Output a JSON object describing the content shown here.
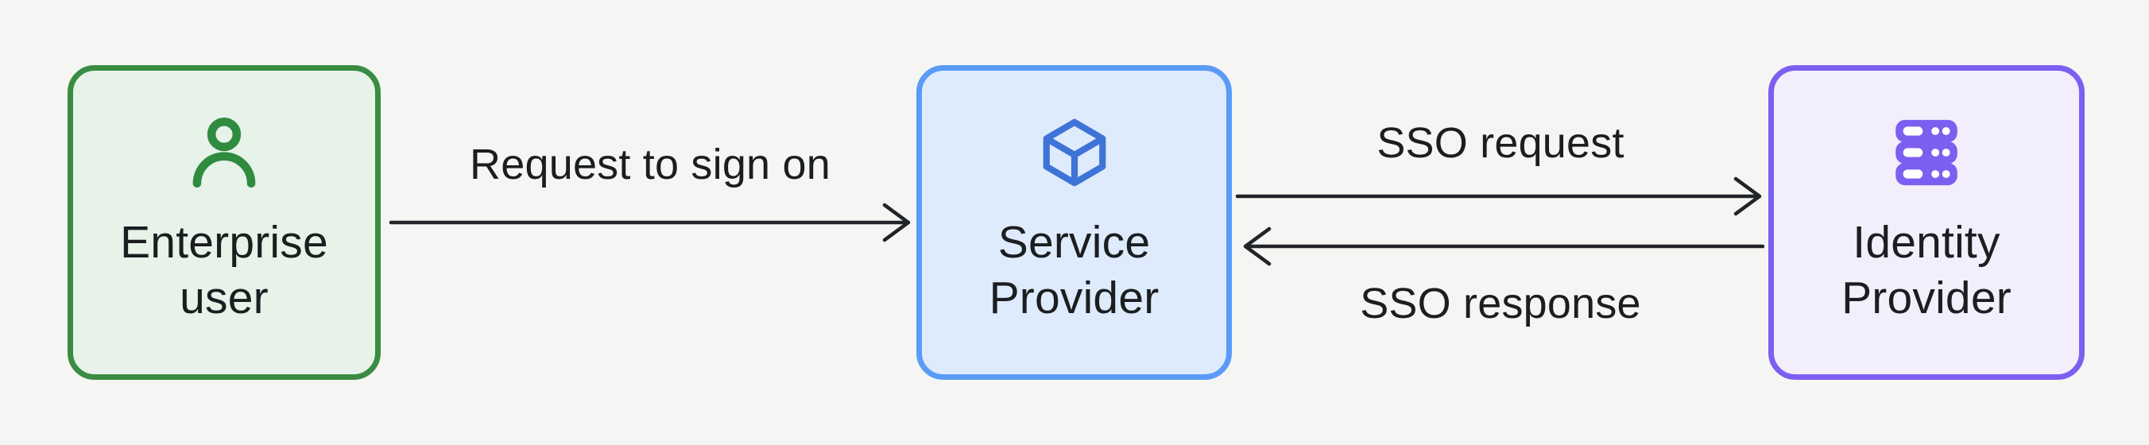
{
  "diagram": {
    "background": "#f5f6f3",
    "arrow_color": "#212428",
    "text_color": "#1b1e20"
  },
  "nodes": [
    {
      "id": "enterprise-user",
      "label_line1": "Enterprise",
      "label_line2": "user",
      "icon": "user-icon",
      "colors": {
        "border": "#3a8c42",
        "fill": "#e7f2e8",
        "icon": "#2f8b3e"
      }
    },
    {
      "id": "service-provider",
      "label_line1": "Service",
      "label_line2": "Provider",
      "icon": "cube-icon",
      "colors": {
        "border": "#5a9bf6",
        "fill": "#deebfc",
        "icon": "#3e73d7"
      }
    },
    {
      "id": "identity-provider",
      "label_line1": "Identity",
      "label_line2": "Provider",
      "icon": "server-icon",
      "colors": {
        "border": "#7d5ff0",
        "fill": "#f2eefb",
        "icon": "#7c5ff0"
      }
    }
  ],
  "edges": [
    {
      "id": "request-to-sign-on",
      "label": "Request to sign on",
      "from": "enterprise-user",
      "to": "service-provider",
      "direction": "right"
    },
    {
      "id": "sso-request",
      "label": "SSO request",
      "from": "service-provider",
      "to": "identity-provider",
      "direction": "right"
    },
    {
      "id": "sso-response",
      "label": "SSO response",
      "from": "identity-provider",
      "to": "service-provider",
      "direction": "left"
    }
  ]
}
